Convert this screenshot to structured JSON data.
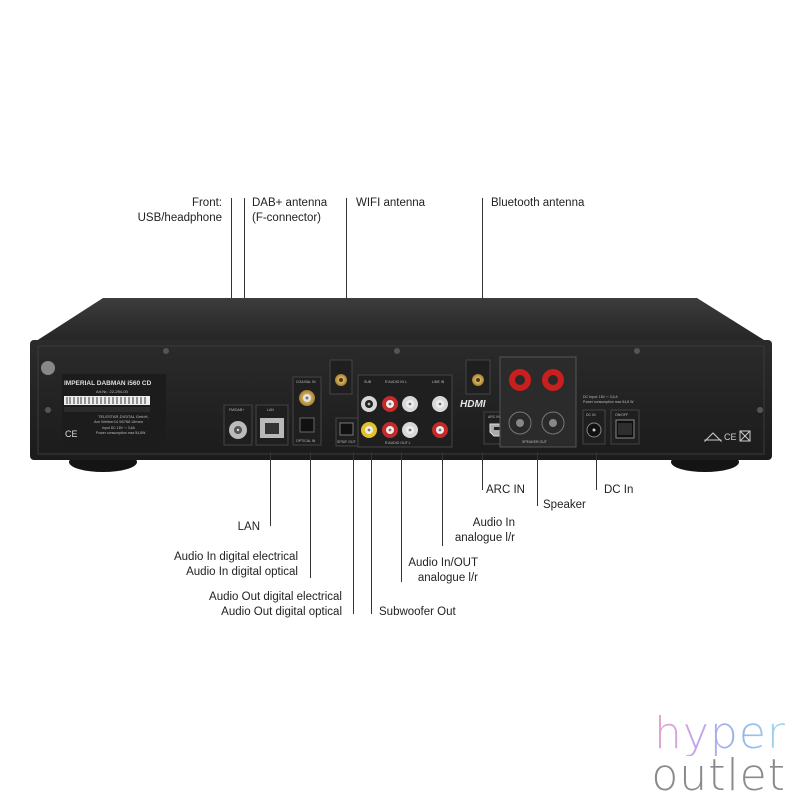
{
  "top_labels": {
    "front_line1": "Front:",
    "front_line2": "USB/headphone",
    "dab_line1": "DAB+ antenna",
    "dab_line2": "(F-connector)",
    "wifi": "WIFI antenna",
    "bluetooth": "Bluetooth antenna"
  },
  "bottom_labels": {
    "lan": "LAN",
    "audio_in_digital_electrical": "Audio In digital electrical",
    "audio_in_digital_optical": "Audio In digital optical",
    "audio_out_digital_electrical": "Audio Out digital electrical",
    "audio_out_digital_optical": "Audio Out digital optical",
    "subwoofer_out": "Subwoofer Out",
    "audio_in_out_line1": "Audio In/OUT",
    "audio_in_out_line2": "analogue l/r",
    "audio_in_line1": "Audio In",
    "audio_in_line2": "analogue l/r",
    "arc_in": "ARC IN",
    "speaker": "Speaker",
    "dc_in": "DC In"
  },
  "device": {
    "model_label": "IMPERIAL DABMAN i560 CD",
    "article": "Art.Nr.: 22-294-00",
    "maker_line1": "TELESTAR-DIGITAL GmbH,",
    "maker_line2": "Am Weiher14 56766 Ulmen",
    "input_line": "Input DC 18V ⎓ 3,6A",
    "power_line": "Power consumption max 54,8W",
    "port_fm": "FM/DAB+",
    "port_lan": "LAN",
    "port_coaxial_in": "COAXIAL IN",
    "port_optical_in": "OPTICAL IN",
    "port_sub": "SUB",
    "port_audio_in": "R  AUDIO IN  L",
    "port_line_in": "LINE IN",
    "port_spdif_out": "SPDIF OUT",
    "port_audio_out": "R  AUDIO OUT  L",
    "port_hdmi": "HDMI",
    "port_arc": "ARC IN",
    "port_speaker_out": "SPEAKER OUT",
    "port_dc_in": "DC IN",
    "port_on_off": "ON/OFF",
    "dc_spec": "DC Input: 18V ⎓ 3,6 A",
    "dc_power": "Power consumption max 54,8 W"
  },
  "logo": {
    "word1": "hyper",
    "word2": "outlet"
  }
}
